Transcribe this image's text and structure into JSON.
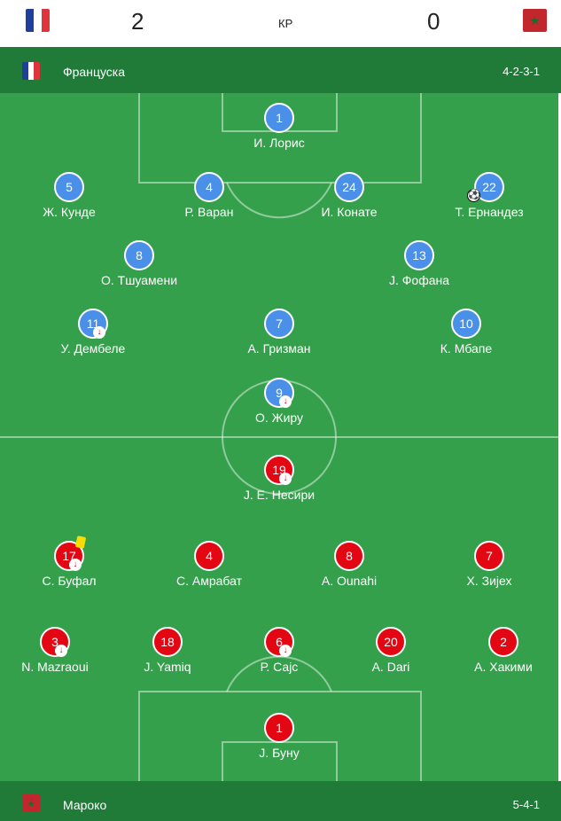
{
  "scorebar": {
    "home_score": "2",
    "away_score": "0",
    "status": "КР"
  },
  "home_team": {
    "name": "Француска",
    "formation": "4-2-3-1",
    "color": "#4a8fe8",
    "flag_icon": "france-flag-icon",
    "players": [
      {
        "number": "1",
        "name": "И. Лорис"
      },
      {
        "number": "5",
        "name": "Ж. Кунде"
      },
      {
        "number": "4",
        "name": "Р. Варан"
      },
      {
        "number": "24",
        "name": "И. Конате"
      },
      {
        "number": "22",
        "name": "Т. Ернандез",
        "event": "goal-ball-icon"
      },
      {
        "number": "8",
        "name": "О. Тшуамени"
      },
      {
        "number": "13",
        "name": "Ј. Фофана"
      },
      {
        "number": "11",
        "name": "У. Дембеле",
        "event": "substitution-icon"
      },
      {
        "number": "7",
        "name": "А. Гризман"
      },
      {
        "number": "10",
        "name": "К. Мбапе"
      },
      {
        "number": "9",
        "name": "О. Жиру",
        "event": "substitution-icon"
      }
    ]
  },
  "away_team": {
    "name": "Мароко",
    "formation": "5-4-1",
    "color": "#e30613",
    "flag_icon": "morocco-flag-icon",
    "players": [
      {
        "number": "19",
        "name": "Ј. Е. Несири",
        "event": "substitution-icon"
      },
      {
        "number": "17",
        "name": "С. Буфал",
        "event": "substitution-icon",
        "card": "yellow-card-icon"
      },
      {
        "number": "4",
        "name": "С. Амрабат"
      },
      {
        "number": "8",
        "name": "А. Ounahi"
      },
      {
        "number": "7",
        "name": "Х. Зијех"
      },
      {
        "number": "3",
        "name": "N. Mazraoui",
        "event": "substitution-icon"
      },
      {
        "number": "18",
        "name": "J. Yamiq"
      },
      {
        "number": "6",
        "name": "Р. Сајс",
        "event": "substitution-icon"
      },
      {
        "number": "20",
        "name": "A. Dari"
      },
      {
        "number": "2",
        "name": "А. Хакими"
      },
      {
        "number": "1",
        "name": "Ј. Буну"
      }
    ]
  }
}
